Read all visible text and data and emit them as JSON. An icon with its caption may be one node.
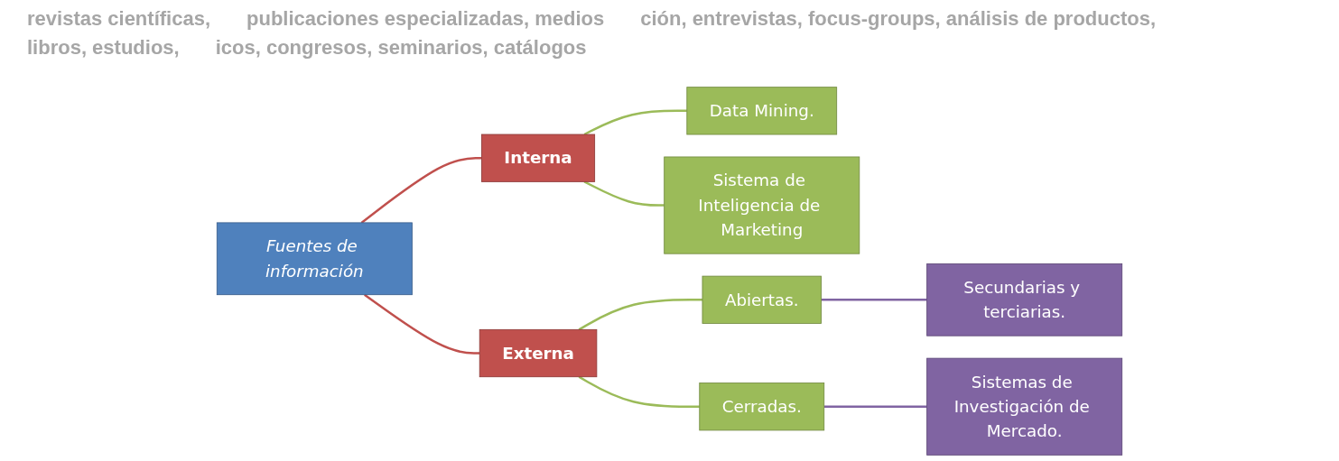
{
  "diagram": {
    "nodes": [
      {
        "text": [
          "Fuentes de información"
        ]
      },
      {
        "text": [
          "Interna"
        ]
      },
      {
        "text": [
          "Externa"
        ]
      },
      {
        "text": [
          "Data Mining."
        ]
      },
      {
        "text": [
          "Sistema de Inteligencia de Marketing"
        ]
      },
      {
        "text": [
          "Abiertas."
        ]
      },
      {
        "text": [
          "Cerradas."
        ]
      },
      {
        "text": [
          "Secundarias y terciarias."
        ]
      },
      {
        "text": [
          "Sistemas de Investigación de Mercado."
        ]
      }
    ],
    "edges": [
      {
        "from": 0,
        "to": 1,
        "arrow": "none",
        "color": "#c0504d"
      },
      {
        "from": 0,
        "to": 2,
        "arrow": "none",
        "color": "#c0504d"
      },
      {
        "from": 1,
        "to": 3,
        "arrow": "none",
        "color": "#9bbb59"
      },
      {
        "from": 1,
        "to": 4,
        "arrow": "none",
        "color": "#9bbb59"
      },
      {
        "from": 2,
        "to": 5,
        "arrow": "none",
        "color": "#9bbb59"
      },
      {
        "from": 2,
        "to": 6,
        "arrow": "none",
        "color": "#9bbb59"
      },
      {
        "from": 5,
        "to": 7,
        "arrow": "none",
        "color": "#8064a2"
      },
      {
        "from": 6,
        "to": 8,
        "arrow": "none",
        "color": "#8064a2"
      }
    ],
    "labels": [
      "revistas científicas,",
      "publicaciones especializadas, medios",
      "ción, entrevistas, focus-groups, análisis de productos,",
      "libros, estudios,",
      "icos, congresos, seminarios, catálogos"
    ]
  }
}
